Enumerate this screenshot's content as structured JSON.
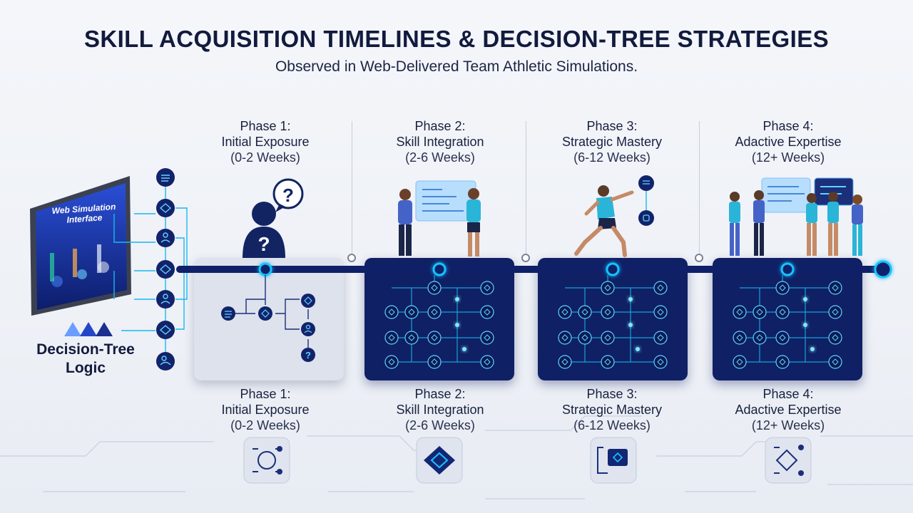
{
  "header": {
    "title": "SKILL ACQUISITION TIMELINES & DECISION-TREE STRATEGIES",
    "subtitle": "Observed in Web-Delivered Team Athletic Simulations."
  },
  "left": {
    "tablet_label_line1": "Web Simulation",
    "tablet_label_line2": "Interface",
    "logic_label_line1": "Decision-Tree",
    "logic_label_line2": "Logic"
  },
  "phases_top": [
    {
      "name": "Phase 1:",
      "title": "Initial Exposure",
      "range": "(0-2 Weeks)"
    },
    {
      "name": "Phase 2:",
      "title": "Skill Integration",
      "range": "(2-6 Weeks)"
    },
    {
      "name": "Phase 3:",
      "title": "Strategic Mastery",
      "range": "(6-12 Weeks)"
    },
    {
      "name": "Phase 4:",
      "title": "Adactive Expertise",
      "range": "(12+ Weeks)"
    }
  ],
  "phases_bottom": [
    {
      "name": "Phase 1:",
      "title": "Initial Exposure",
      "range": "(0-2 Weeks)"
    },
    {
      "name": "Phase 2:",
      "title": "Skill Integration",
      "range": "(2-6 Weeks)"
    },
    {
      "name": "Phase 3:",
      "title": "Strategic Mastery",
      "range": "(6-12 Weeks)"
    },
    {
      "name": "Phase 4:",
      "title": "Adactive Expertise",
      "range": "(12+ Weeks)"
    }
  ],
  "colors": {
    "navy": "#102064",
    "accent": "#19c3ff",
    "panel_light": "#dde2ec"
  }
}
